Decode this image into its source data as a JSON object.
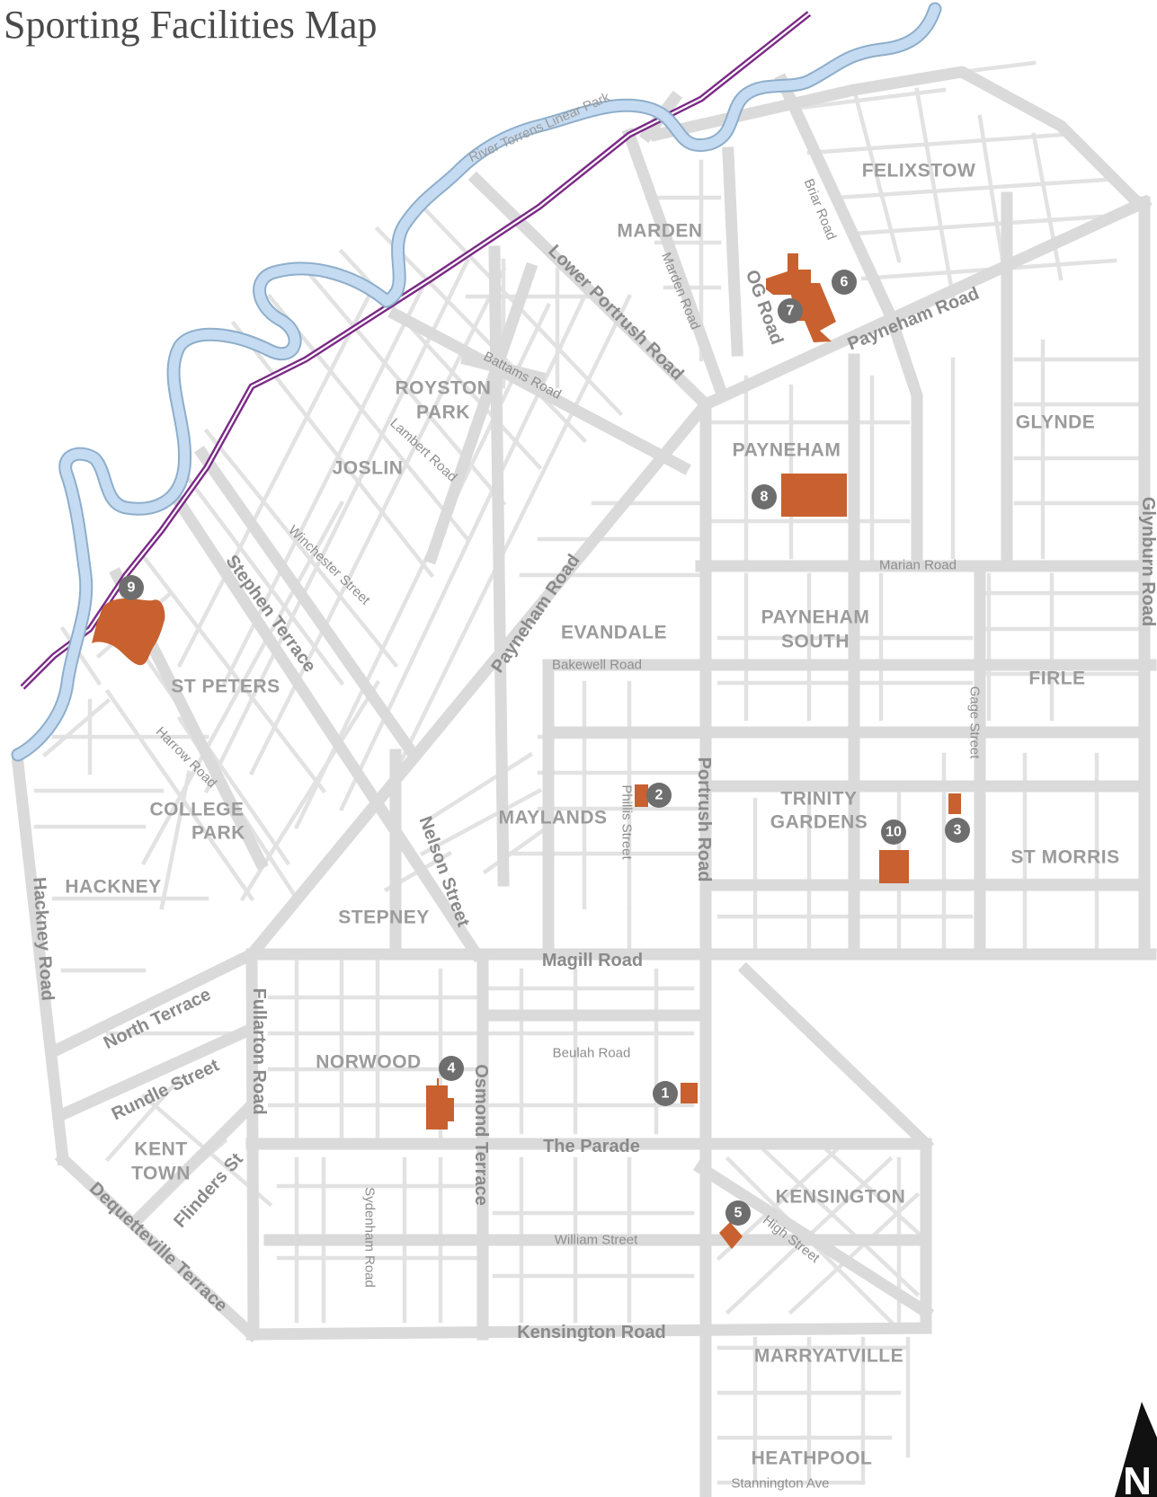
{
  "title": "Sporting Facilities Map",
  "park_label": "River Torrens Linear Park",
  "north_label": "N",
  "colors": {
    "facility": "#c8612f",
    "marker": "#6e6e6e",
    "river": "#c5dbf1",
    "railway": "#7b2a86",
    "road": "#dadada",
    "label": "#9b9b9b"
  },
  "suburbs": [
    {
      "id": "felixstow",
      "label": "FELIXSTOW"
    },
    {
      "id": "marden",
      "label": "MARDEN"
    },
    {
      "id": "royston-park-1",
      "label": "ROYSTON"
    },
    {
      "id": "royston-park-2",
      "label": "PARK"
    },
    {
      "id": "joslin",
      "label": "JOSLIN"
    },
    {
      "id": "glynde",
      "label": "GLYNDE"
    },
    {
      "id": "payneham",
      "label": "PAYNEHAM"
    },
    {
      "id": "payneham-south-1",
      "label": "PAYNEHAM"
    },
    {
      "id": "payneham-south-2",
      "label": "SOUTH"
    },
    {
      "id": "evandale",
      "label": "EVANDALE"
    },
    {
      "id": "firle",
      "label": "FIRLE"
    },
    {
      "id": "st-peters",
      "label": "ST PETERS"
    },
    {
      "id": "college-park-1",
      "label": "COLLEGE"
    },
    {
      "id": "college-park-2",
      "label": "PARK"
    },
    {
      "id": "maylands",
      "label": "MAYLANDS"
    },
    {
      "id": "trinity-gardens-1",
      "label": "TRINITY"
    },
    {
      "id": "trinity-gardens-2",
      "label": "GARDENS"
    },
    {
      "id": "st-morris",
      "label": "ST MORRIS"
    },
    {
      "id": "hackney",
      "label": "HACKNEY"
    },
    {
      "id": "stepney",
      "label": "STEPNEY"
    },
    {
      "id": "norwood",
      "label": "NORWOOD"
    },
    {
      "id": "kent-town-1",
      "label": "KENT"
    },
    {
      "id": "kent-town-2",
      "label": "TOWN"
    },
    {
      "id": "kensington",
      "label": "KENSINGTON"
    },
    {
      "id": "marryatville",
      "label": "MARRYATVILLE"
    },
    {
      "id": "heathpool",
      "label": "HEATHPOOL"
    }
  ],
  "roads": [
    {
      "id": "lower-portrush-road",
      "label": "Lower Portrush Road"
    },
    {
      "id": "og-road",
      "label": "OG Road"
    },
    {
      "id": "payneham-road-ne",
      "label": "Payneham Road"
    },
    {
      "id": "payneham-road-sw",
      "label": "Payneham Road"
    },
    {
      "id": "stephen-terrace",
      "label": "Stephen Terrace"
    },
    {
      "id": "nelson-street",
      "label": "Nelson Street"
    },
    {
      "id": "portrush-road",
      "label": "Portrush Road"
    },
    {
      "id": "glynburn-road",
      "label": "Glynburn Road"
    },
    {
      "id": "magill-road",
      "label": "Magill Road"
    },
    {
      "id": "north-terrace",
      "label": "North Terrace"
    },
    {
      "id": "rundle-street",
      "label": "Rundle Street"
    },
    {
      "id": "fullarton-road",
      "label": "Fullarton Road"
    },
    {
      "id": "osmond-terrace",
      "label": "Osmond Terrace"
    },
    {
      "id": "the-parade",
      "label": "The Parade"
    },
    {
      "id": "hackney-road",
      "label": "Hackney Road"
    },
    {
      "id": "flinders-st",
      "label": "Flinders St"
    },
    {
      "id": "dequetteville-terrace",
      "label": "Dequetteville Terrace"
    },
    {
      "id": "kensington-road",
      "label": "Kensington Road"
    },
    {
      "id": "briar-road",
      "label": "Briar Road"
    },
    {
      "id": "marden-road",
      "label": "Marden Road"
    },
    {
      "id": "battams-road",
      "label": "Battams Road"
    },
    {
      "id": "lambert-road",
      "label": "Lambert Road"
    },
    {
      "id": "winchester-street",
      "label": "Winchester Street"
    },
    {
      "id": "marian-road",
      "label": "Marian Road"
    },
    {
      "id": "bakewell-road",
      "label": "Bakewell Road"
    },
    {
      "id": "gage-street",
      "label": "Gage Street"
    },
    {
      "id": "harrow-road",
      "label": "Harrow Road"
    },
    {
      "id": "phillis-street",
      "label": "Phillis Street"
    },
    {
      "id": "beulah-road",
      "label": "Beulah Road"
    },
    {
      "id": "sydenham-road",
      "label": "Sydenham Road"
    },
    {
      "id": "william-street",
      "label": "William Street"
    },
    {
      "id": "high-street",
      "label": "High Street"
    },
    {
      "id": "stannington-ave",
      "label": "Stannington Ave"
    }
  ],
  "facilities": [
    {
      "number": "1"
    },
    {
      "number": "2"
    },
    {
      "number": "3"
    },
    {
      "number": "4"
    },
    {
      "number": "5"
    },
    {
      "number": "6"
    },
    {
      "number": "7"
    },
    {
      "number": "8"
    },
    {
      "number": "9"
    },
    {
      "number": "10"
    }
  ]
}
